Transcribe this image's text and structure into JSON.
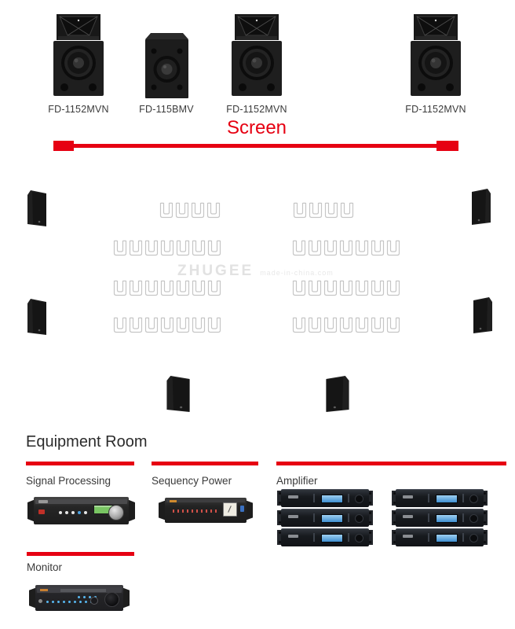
{
  "screen": {
    "label": "Screen",
    "accent_color": "#e60012"
  },
  "front_speakers": [
    {
      "model": "FD-1152MVN",
      "kind": "full-range-speaker"
    },
    {
      "model": "FD-115BMV",
      "kind": "bass-speaker"
    },
    {
      "model": "FD-1152MVN",
      "kind": "full-range-speaker"
    },
    {
      "model": "FD-1152MVN",
      "kind": "full-range-speaker"
    }
  ],
  "surround_speakers": {
    "side_wall_count": 4,
    "rear_count": 2
  },
  "seating": {
    "rows": [
      {
        "left_seats": 4,
        "right_seats": 4
      },
      {
        "left_seats": 7,
        "right_seats": 7
      },
      {
        "left_seats": 7,
        "right_seats": 7
      },
      {
        "left_seats": 7,
        "right_seats": 7
      }
    ]
  },
  "watermark": {
    "text": "ZHUGEE",
    "subtext": "made-in-china.com"
  },
  "equipment_room": {
    "title": "Equipment Room",
    "signal_processing_label": "Signal Processing",
    "sequency_power_label": "Sequency Power",
    "amplifier_label": "Amplifier",
    "monitor_label": "Monitor",
    "amplifier_count": 6
  }
}
